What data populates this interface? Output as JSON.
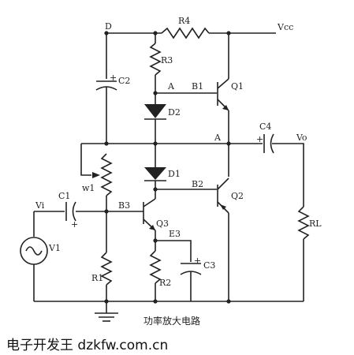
{
  "labels": {
    "D": "D",
    "R4": "R4",
    "Vcc": "Vcc",
    "R3": "R3",
    "C2": "C2",
    "A_top": "A",
    "B1": "B1",
    "Q1": "Q1",
    "D2": "D2",
    "C4": "C4",
    "A_mid": "A",
    "Vo": "Vo",
    "D1": "D1",
    "w1": "w1",
    "B2": "B2",
    "Q2": "Q2",
    "Vi": "Vi",
    "C1": "C1",
    "B3": "B3",
    "Q3": "Q3",
    "RL": "RL",
    "E3": "E3",
    "V1": "V1",
    "C3": "C3",
    "R1": "R1",
    "R2": "R2",
    "plus_c2": "+",
    "plus_c4": "+",
    "plus_c1": "+",
    "plus_c3": "+"
  },
  "caption": "功率放大电路",
  "footer": "电子开发王  dzkfw.com.cn"
}
